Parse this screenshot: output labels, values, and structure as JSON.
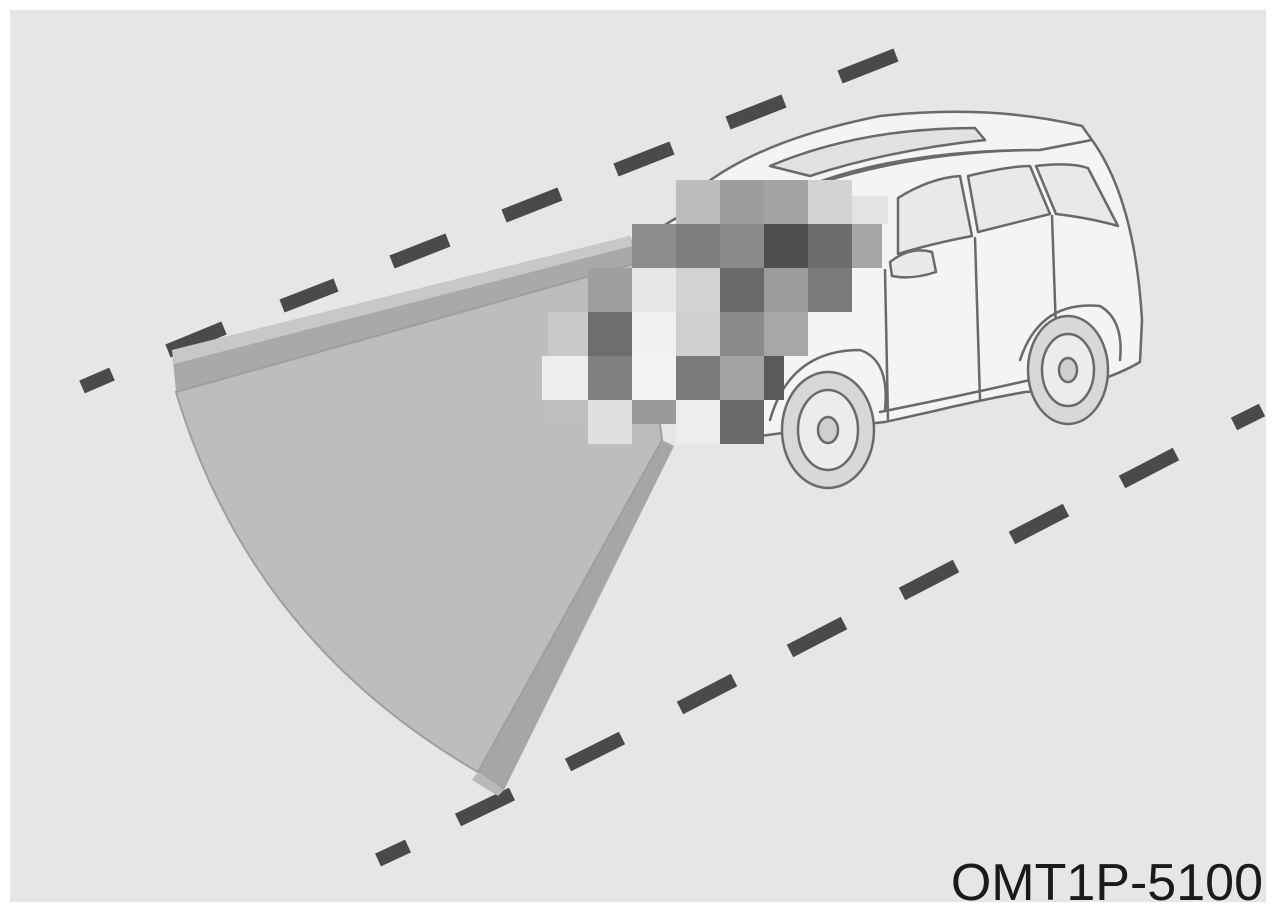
{
  "figure": {
    "label": "OMT1P-5100",
    "colors": {
      "panel": "#e6e6e6",
      "lane_marking": "#4a4a4a",
      "detection_zone": "#bdbdbd",
      "detection_edge": "#a6a6a6",
      "vehicle_body": "#f4f4f4",
      "vehicle_outline": "#6a6a6a"
    },
    "elements": [
      "lane-marking-left",
      "lane-marking-right",
      "sensor-detection-zone",
      "suv-vehicle",
      "pixelated-redaction"
    ]
  }
}
